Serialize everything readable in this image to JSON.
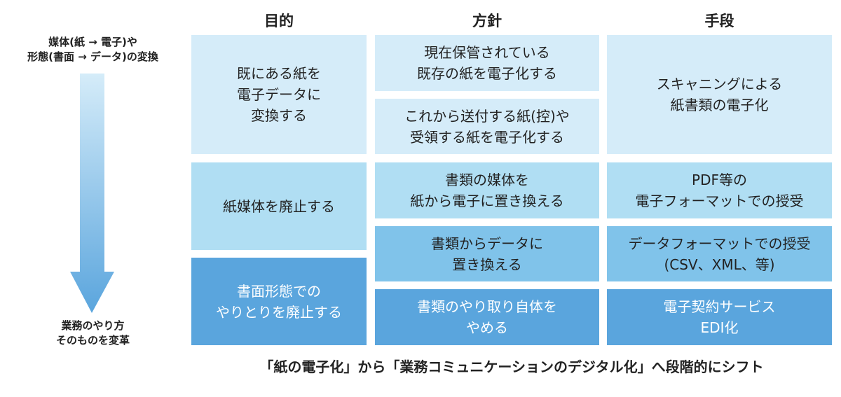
{
  "headers": {
    "purpose": "目的",
    "policy": "方針",
    "means": "手段"
  },
  "side": {
    "top": "媒体(紙 → 電子)や\n形態(書面 → データ)の変換",
    "bottom": "業務のやり方\nそのものを変革"
  },
  "purpose": [
    "既にある紙を\n電子データに\n変換する",
    "紙媒体を廃止する",
    "書面形態での\nやりとりを廃止する"
  ],
  "policy": [
    "現在保管されている\n既存の紙を電子化する",
    "これから送付する紙(控)や\n受領する紙を電子化する",
    "書類の媒体を\n紙から電子に置き換える",
    "書類からデータに\n置き換える",
    "書類のやり取り自体を\nやめる"
  ],
  "means": [
    "スキャニングによる\n紙書類の電子化",
    "PDF等の\n電子フォーマットでの授受",
    "データフォーマットでの授受\n(CSV、XML、等)",
    "電子契約サービス\nEDI化"
  ],
  "caption": "「紙の電子化」から「業務コミュニケーションのデジタル化」へ段階的にシフト",
  "colors": {
    "light": "#d5ecf9",
    "mid": "#b0def3",
    "mid2": "#80c3ea",
    "dark": "#5aa5dd"
  }
}
